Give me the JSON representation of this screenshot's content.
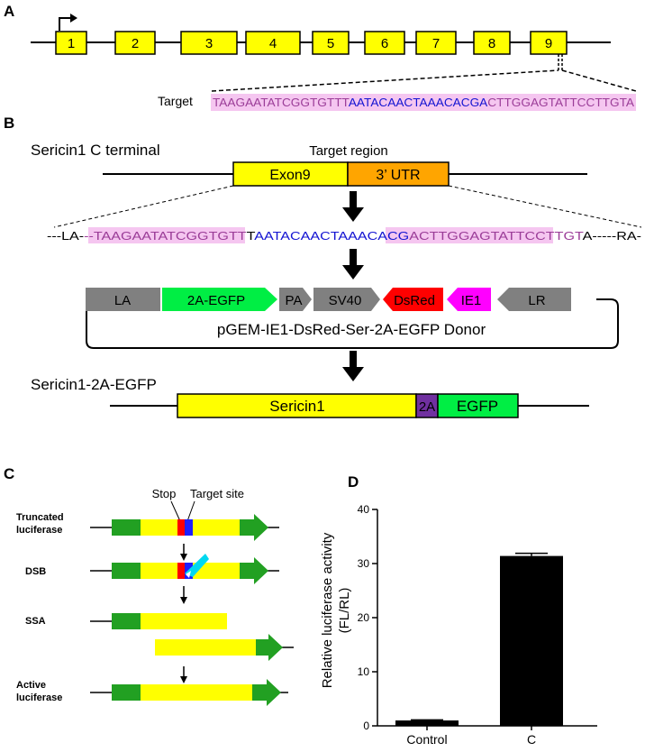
{
  "panels": {
    "a": "A",
    "b": "B",
    "c": "C",
    "d": "D"
  },
  "colors": {
    "exon": "#ffff00",
    "utr": "#ffa500",
    "highlight": "#f5c6f0",
    "seq_pink": "#9b3d98",
    "seq_blue": "#1414d2",
    "gray_box": "#808080",
    "egfp": "#00ee44",
    "dsred": "#ff0000",
    "ie1": "#ff00ff",
    "two_a": "#7030a0",
    "luc_green": "#22a022",
    "stop_red": "#ff0000",
    "site_blue": "#1e1eff",
    "cut": "#00d8f0",
    "bar": "#000000"
  },
  "panel_a": {
    "exons": [
      "1",
      "2",
      "3",
      "4",
      "5",
      "6",
      "7",
      "8",
      "9"
    ],
    "target_label": "Target",
    "seq_left": "TAAGAATATCGGTGTTT",
    "seq_mid": "AATACAACTAAACACGA",
    "seq_right": "CTTGGAGTATTCCTTGTA"
  },
  "panel_b": {
    "title": "Sericin1 C terminal",
    "target_region": "Target region",
    "exon9": "Exon9",
    "utr": "3’ UTR",
    "seq_la": "---LA-",
    "seq_hl_left": "--TAAGAATATCGGTGTT",
    "seq_t": "T",
    "seq_blue1": "AATACAACTA",
    "seq_blue2": "AACACG",
    "seq_hl_right": "ACTTGGAGTATTCCTTGT",
    "seq_a": "A",
    "seq_ra": "-----RA-",
    "donor": {
      "la": "LA",
      "egfp": "2A-EGFP",
      "pa": "PA",
      "sv40": "SV40",
      "dsred": "DsRed",
      "ie1": "IE1",
      "lr": "LR",
      "name": "pGEM-IE1-DsRed-Ser-2A-EGFP Donor"
    },
    "product_title": "Sericin1-2A-EGFP",
    "product": {
      "sericin": "Sericin1",
      "two_a": "2A",
      "egfp": "EGFP"
    }
  },
  "panel_c": {
    "stop": "Stop",
    "target_site": "Target site",
    "rows": [
      {
        "label1": "Truncated",
        "label2": "luciferase"
      },
      {
        "label1": "DSB",
        "label2": ""
      },
      {
        "label1": "SSA",
        "label2": ""
      },
      {
        "label1": "Active",
        "label2": "luciferase"
      }
    ]
  },
  "chart_data": {
    "type": "bar",
    "categories": [
      "Control",
      "C"
    ],
    "values": [
      1.0,
      31.4
    ],
    "errors": [
      0.1,
      0.5
    ],
    "title": "",
    "xlabel": "",
    "ylabel": "Relative luciferase activity (FL/RL)",
    "ylabel_line1": "Relative luciferase activity",
    "ylabel_line2": "(FL/RL)",
    "ylim": [
      0,
      40
    ],
    "yticks": [
      0,
      10,
      20,
      30,
      40
    ],
    "ytick_labels": [
      "0",
      "10",
      "20",
      "30",
      "40"
    ],
    "grid": false,
    "legend": "none"
  }
}
